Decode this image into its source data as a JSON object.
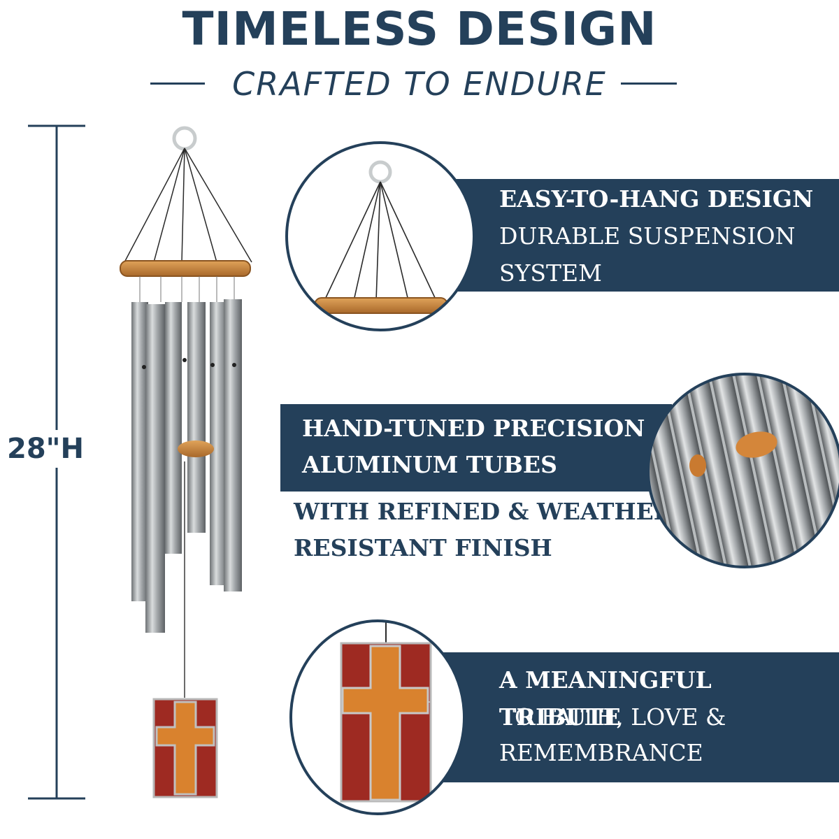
{
  "header": {
    "title": "TIMELESS DESIGN",
    "subtitle": "CRAFTED TO ENDURE"
  },
  "dimension": {
    "height_label": "28\"H"
  },
  "features": [
    {
      "heading": "EASY-TO-HANG DESIGN",
      "line1": "DURABLE SUSPENSION",
      "line2": "SYSTEM"
    },
    {
      "heading_line1": "HAND-TUNED PRECISION",
      "heading_line2": "ALUMINUM TUBES",
      "sub_line1": "WITH REFINED & WEATHER-",
      "sub_line2": "RESISTANT FINISH"
    },
    {
      "heading": "A MEANINGFUL TRIBUTE",
      "line1": "TO FAITH, LOVE &",
      "line2": "REMEMBRANCE"
    }
  ],
  "colors": {
    "navy": "#24405a",
    "wood": "#c98a3e",
    "aluminum": "#9ea3a6",
    "glass_red": "#9e2a22",
    "glass_amber": "#d9822e"
  }
}
